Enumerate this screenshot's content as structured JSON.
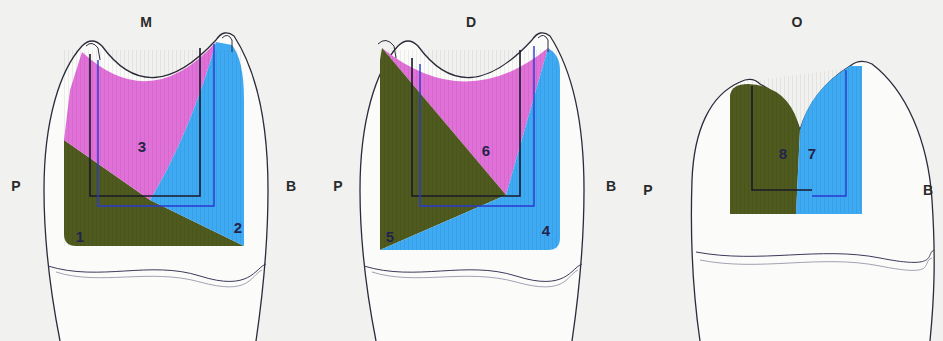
{
  "diagram": {
    "labels": [
      "M",
      "P",
      "3",
      "1",
      "2",
      "B",
      "D",
      "P",
      "6",
      "5",
      "4",
      "B",
      "O",
      "P",
      "8",
      "7",
      "B"
    ]
  }
}
